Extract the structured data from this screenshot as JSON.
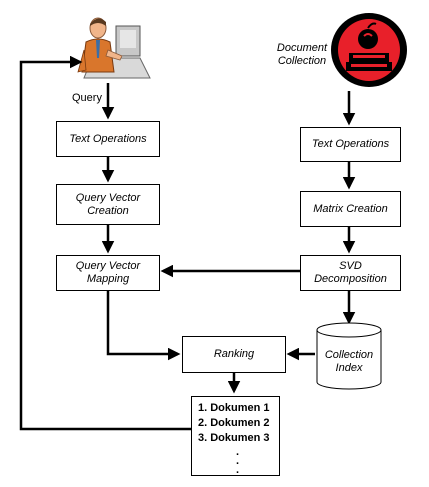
{
  "query_label": "Query",
  "document_collection_label": "Document\nCollection",
  "boxes": {
    "text_operations_left": "Text Operations",
    "query_vector_creation": "Query Vector\nCreation",
    "query_vector_mapping": "Query Vector\nMapping",
    "text_operations_right": "Text Operations",
    "matrix_creation": "Matrix Creation",
    "svd_decomposition": "SVD\nDecomposition",
    "ranking": "Ranking",
    "collection_index": "Collection\nIndex"
  },
  "results": {
    "items": [
      "1. Dokumen 1",
      "2. Dokumen 2",
      "3. Dokumen 3"
    ],
    "ellipsis": [
      ".",
      ".",
      "."
    ]
  },
  "icons": {
    "user": "person-at-computer-icon",
    "collection": "document-collection-icon"
  },
  "colors": {
    "lines": "#000000",
    "collection_circle": "#000000",
    "collection_accent": "#e8202a"
  }
}
